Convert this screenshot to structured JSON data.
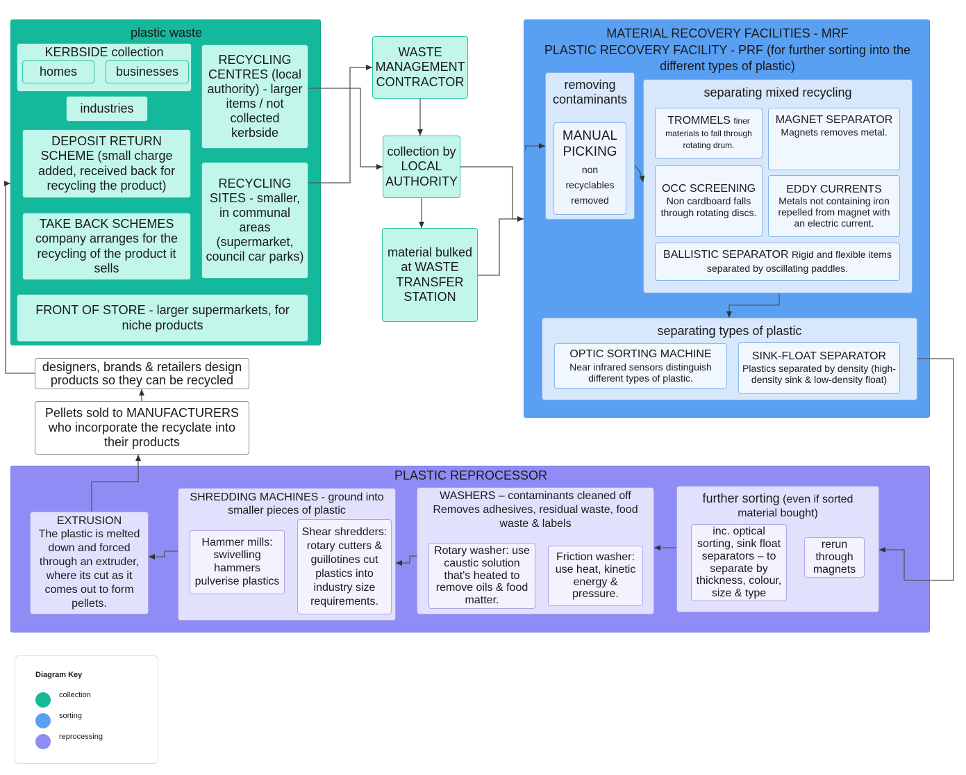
{
  "colors": {
    "collection": "#14b89b",
    "sorting": "#5aa0f2",
    "reprocessing": "#8f8cf5"
  },
  "waste": {
    "title": "plastic waste",
    "kerbside": "KERBSIDE collection",
    "homes": "homes",
    "businesses": "businesses",
    "industries": "industries",
    "deposit": "DEPOSIT RETURN SCHEME (small charge added, received back for recycling the product)",
    "takeback_title": "TAKE BACK SCHEMES",
    "takeback_text": "company arranges for the recycling of the product it sells",
    "front": "FRONT OF STORE - larger supermarkets, for niche products",
    "centres": "RECYCLING CENTRES (local authority) - larger items / not collected kerbside",
    "sites": "RECYCLING SITES - smaller, in communal areas (supermarket, council car parks)"
  },
  "flow": {
    "contractor": "WASTE MANAGEMENT CONTRACTOR",
    "local": "collection by LOCAL AUTHORITY",
    "transfer": "material bulked at WASTE TRANSFER STATION",
    "designers": "designers, brands & retailers design products so they can be recycled",
    "pellets": "Pellets sold to MANUFACTURERS who incorporate the recyclate into their products"
  },
  "mrf": {
    "title1": "MATERIAL RECOVERY FACILITIES  - MRF",
    "title2": "PLASTIC RECOVERY FACILITY - PRF (for further sorting into the different types of plastic)",
    "contaminants": "removing contaminants",
    "manual_title": "MANUAL PICKING",
    "manual_text": "non recyclables removed",
    "mixed": "separating mixed recycling",
    "trommels_title": "TROMMELS",
    "trommels_text": "finer materials to fall through rotating drum.",
    "magnet_title": "MAGNET SEPARATOR",
    "magnet_text": "Magnets removes metal.",
    "occ_title": "OCC SCREENING",
    "occ_text": "Non cardboard falls through rotating discs.",
    "eddy_title": "EDDY CURRENTS",
    "eddy_text": "Metals not containing iron repelled from magnet with an electric current.",
    "ballistic_title": "BALLISTIC SEPARATOR",
    "ballistic_text": "Rigid and flexible items separated by oscillating paddles.",
    "types": "separating types of plastic",
    "optic_title": "OPTIC SORTING MACHINE",
    "optic_text": "Near infrared sensors distinguish different types of plastic.",
    "sink_title": "SINK-FLOAT SEPARATOR",
    "sink_text": "Plastics separated by density (high-density sink & low-density float)"
  },
  "repro": {
    "title": "PLASTIC REPROCESSOR",
    "extrusion_title": "EXTRUSION",
    "extrusion_text": "The plastic is melted down and forced through an extruder, where its cut as it comes out to form pellets.",
    "shred_title": "SHREDDING MACHINES -  ground into smaller pieces of plastic",
    "hammer": "Hammer mills: swivelling hammers pulverise plastics",
    "shear": "Shear shredders: rotary cutters & guillotines cut plastics into industry size requirements.",
    "wash_title": "WASHERS – contaminants cleaned off Removes adhesives, residual waste, food waste & labels",
    "rotary": "Rotary washer: use caustic solution that's heated to remove oils & food matter.",
    "friction": "Friction washer: use heat, kinetic energy & pressure.",
    "further_title": "further sorting",
    "further_text": "(even if sorted material bought)",
    "optical": "inc. optical sorting, sink float separators – to separate by thickness, colour, size & type",
    "rerun": "rerun through magnets"
  },
  "key": {
    "title": "Diagram Key",
    "collection": "collection",
    "sorting": "sorting",
    "reprocessing": "reprocessing"
  }
}
